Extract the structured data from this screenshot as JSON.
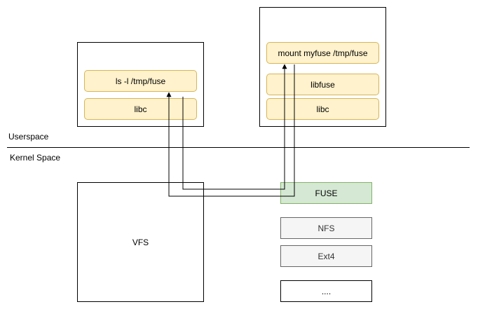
{
  "regions": {
    "userspace_label": "Userspace",
    "kernel_label": "Kernel Space"
  },
  "ls_process": {
    "command": "ls -l /tmp/fuse",
    "libc": "libc"
  },
  "mount_process": {
    "command": "mount myfuse /tmp/fuse",
    "libfuse": "libfuse",
    "libc": "libc"
  },
  "kernel": {
    "vfs": "VFS",
    "filesystems": [
      "FUSE",
      "NFS",
      "Ext4",
      "...."
    ]
  },
  "colors": {
    "process_fill": "#fff2cc",
    "process_stroke": "#d6b656",
    "fuse_fill": "#d5e8d4",
    "fuse_stroke": "#82b366",
    "fs_fill": "#f5f5f5",
    "fs_stroke": "#666666"
  }
}
